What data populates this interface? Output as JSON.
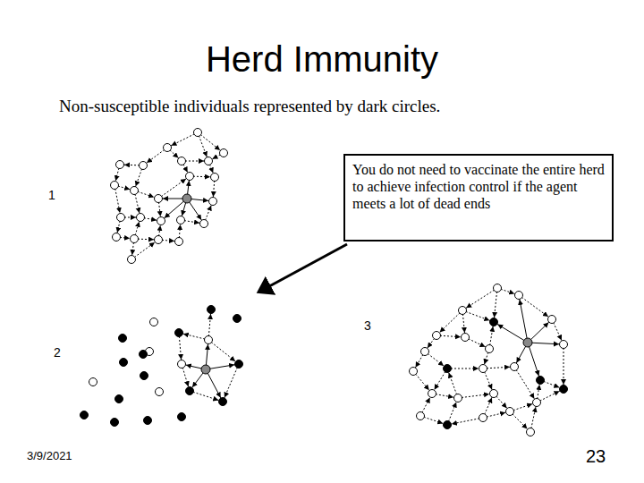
{
  "diagram": {
    "title": "Herd Immunity",
    "nodes": [
      {
        "text": [
          "You do not need to vaccinate the entire herd to achieve infection control if the agent meets a lot of dead ends"
        ]
      }
    ],
    "edges": [],
    "labels": [
      "Non-susceptible individuals represented by dark circles.",
      "1",
      "2",
      "3",
      "3/9/2021",
      "23"
    ]
  }
}
